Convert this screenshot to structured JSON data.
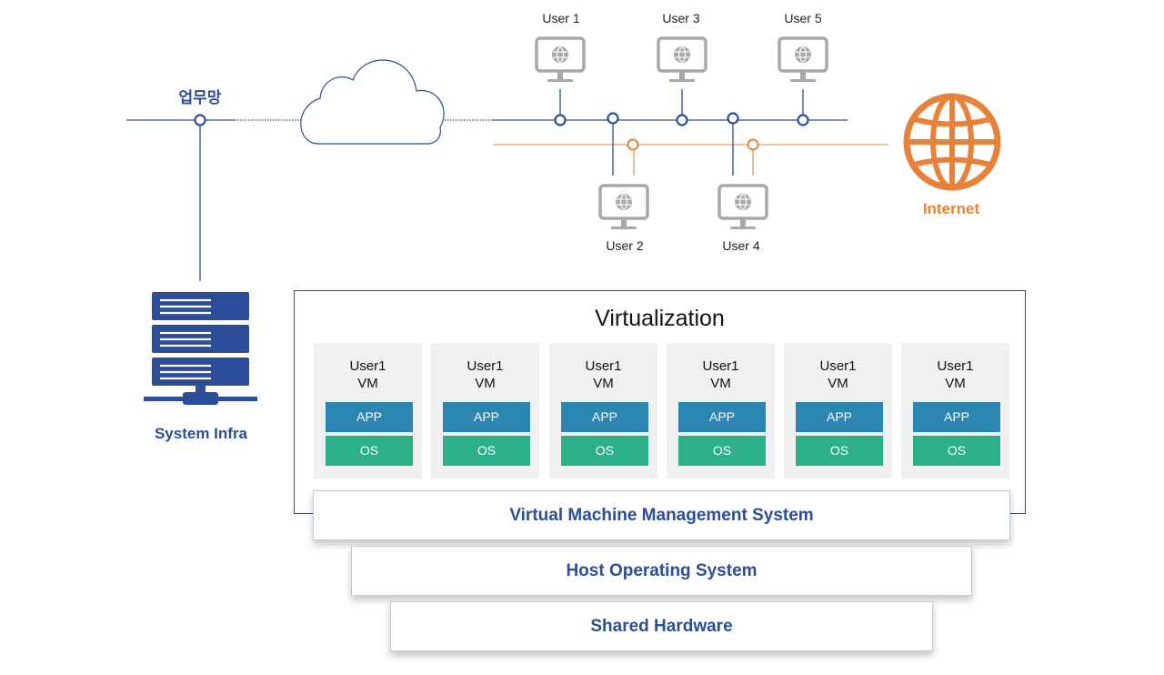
{
  "business_network": {
    "label": "업무망"
  },
  "users": [
    {
      "label": "User 1"
    },
    {
      "label": "User 2"
    },
    {
      "label": "User 3"
    },
    {
      "label": "User 4"
    },
    {
      "label": "User 5"
    }
  ],
  "internet": {
    "label": "Internet"
  },
  "system_infra": {
    "label": "System Infra"
  },
  "virtualization": {
    "title": "Virtualization",
    "vms": [
      {
        "user": "User1",
        "vm": "VM",
        "app": "APP",
        "os": "OS"
      },
      {
        "user": "User1",
        "vm": "VM",
        "app": "APP",
        "os": "OS"
      },
      {
        "user": "User1",
        "vm": "VM",
        "app": "APP",
        "os": "OS"
      },
      {
        "user": "User1",
        "vm": "VM",
        "app": "APP",
        "os": "OS"
      },
      {
        "user": "User1",
        "vm": "VM",
        "app": "APP",
        "os": "OS"
      },
      {
        "user": "User1",
        "vm": "VM",
        "app": "APP",
        "os": "OS"
      }
    ]
  },
  "layers": {
    "vmms": "Virtual Machine Management System",
    "host_os": "Host Operating System",
    "hardware": "Shared Hardware"
  },
  "colors": {
    "primary_blue": "#2c4d9a",
    "internet_orange": "#e8823a",
    "icon_gray": "#a8a8a8",
    "app_blue": "#2b86b2",
    "os_green": "#2bb08a"
  },
  "icons": {
    "user_terminal": "monitor-globe-icon",
    "internet": "globe-icon",
    "server": "server-rack-icon",
    "cloud": "cloud-icon"
  }
}
